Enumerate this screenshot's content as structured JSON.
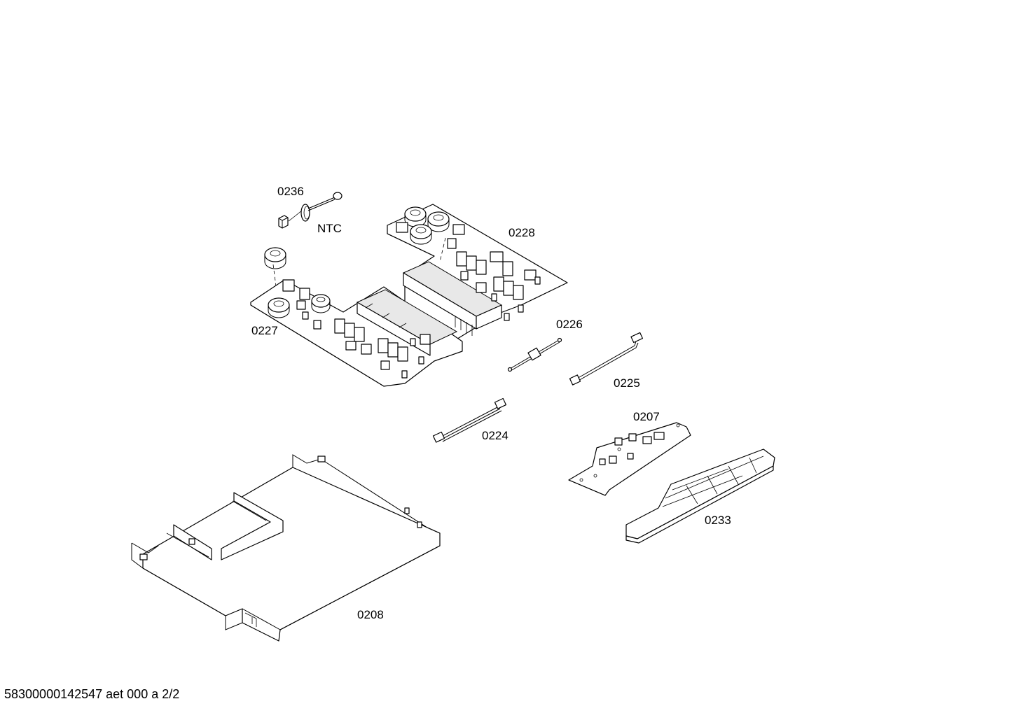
{
  "parts": [
    {
      "id": "0236",
      "label": "0236"
    },
    {
      "id": "ntc",
      "label": "NTC"
    },
    {
      "id": "0228",
      "label": "0228"
    },
    {
      "id": "0227",
      "label": "0227"
    },
    {
      "id": "0226",
      "label": "0226"
    },
    {
      "id": "0225",
      "label": "0225"
    },
    {
      "id": "0224",
      "label": "0224"
    },
    {
      "id": "0207",
      "label": "0207"
    },
    {
      "id": "0233",
      "label": "0233"
    },
    {
      "id": "0208",
      "label": "0208"
    }
  ],
  "footer": {
    "text": "58300000142547 aet 000 a 2/2"
  }
}
